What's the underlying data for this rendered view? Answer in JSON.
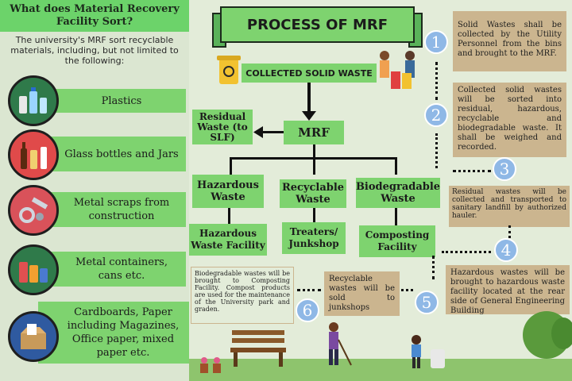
{
  "left_panel": {
    "title": "What does Material Recovery Facility Sort?",
    "intro": "The university's MRF sort recyclable materials, including, but not limited to the following:",
    "categories": [
      {
        "label": "Plastics",
        "icon": "plastic-bottles-icon",
        "circle_color": "#2f7a4a"
      },
      {
        "label": "Glass bottles and Jars",
        "icon": "glass-bottles-icon",
        "circle_color": "#e04a4a"
      },
      {
        "label": "Metal  scraps from construction",
        "icon": "metal-scraps-icon",
        "circle_color": "#d9525a"
      },
      {
        "label": "Metal  containers, cans etc.",
        "icon": "metal-cans-icon",
        "circle_color": "#2f7a4a"
      },
      {
        "label": "Cardboards, Paper including Magazines, Office paper, mixed paper etc.",
        "icon": "cardboard-box-icon",
        "circle_color": "#2f5aa0"
      }
    ]
  },
  "diagram": {
    "title": "PROCESS OF MRF",
    "collected": "COLLECTED SOLID WASTE",
    "mrf": "MRF",
    "residual": "Residual Waste (to SLF)",
    "hazardous": "Hazardous Waste",
    "recyclable": "Recyclable Waste",
    "biodegradable": "Biodegradable Waste",
    "hazardous_facility": "Hazardous Waste Facility",
    "treaters": "Treaters/ Junkshop",
    "composting": "Composting Facility"
  },
  "steps": [
    {
      "num": "1",
      "text": "Solid Wastes shall be collected by the Utility Personnel from the bins and brought to the MRF."
    },
    {
      "num": "2",
      "text": "Collected solid wastes will be sorted into residual, hazardous, recyclable and biodegradable waste. It shall be weighed and recorded."
    },
    {
      "num": "3",
      "text": "Residual wastes will be collected and transported to sanitary landfill by authorized hauler."
    },
    {
      "num": "4",
      "text": "Hazardous wastes will be brought to hazardous waste facility located at the rear side of General Engineering Building"
    },
    {
      "num": "5",
      "text": "Recyclable wastes will be sold to junkshops"
    },
    {
      "num": "6",
      "text": "Biodegradable wastes will be brought to Composting Facility. Compost products are used for the maintenance of the University park and graden."
    }
  ],
  "colors": {
    "accent_green": "#7ed36f",
    "note_tan": "#cbb58f",
    "step_blue": "#8fb8e6"
  }
}
